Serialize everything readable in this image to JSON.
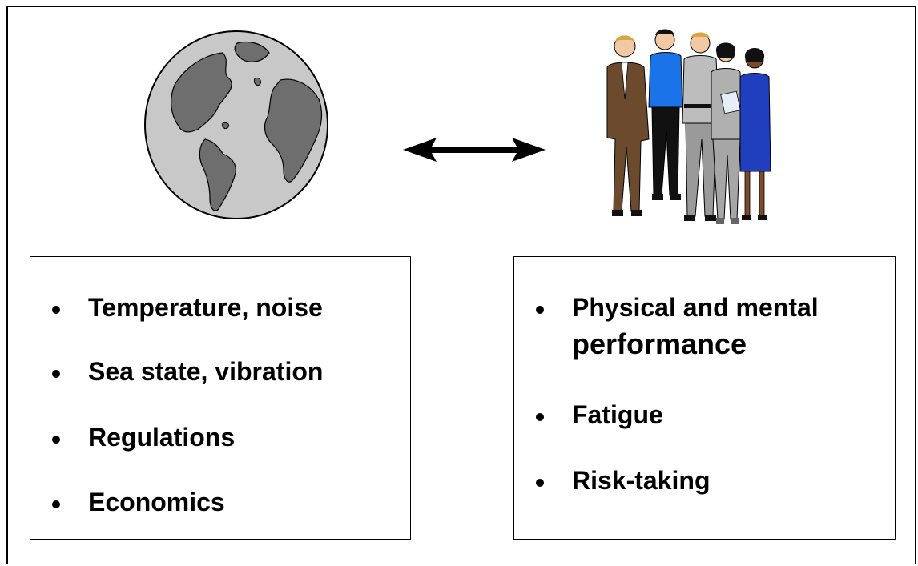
{
  "environment_list": {
    "items": [
      {
        "label": "Temperature, noise"
      },
      {
        "label": "Sea state, vibration"
      },
      {
        "label": "Regulations"
      },
      {
        "label": "Economics"
      }
    ]
  },
  "human_list": {
    "items": [
      {
        "label_line1": "Physical and mental",
        "label_line2": "performance"
      },
      {
        "label": "Fatigue"
      },
      {
        "label": "Risk-taking"
      }
    ]
  },
  "icons": {
    "globe": "globe-icon",
    "arrow": "double-arrow-icon",
    "people": "people-group-icon"
  },
  "colors": {
    "globe_ocean": "#c8c8c8",
    "globe_land": "#6e6e6e",
    "suit_brown": "#6b4a2e",
    "shirt_blue": "#1a73e8",
    "suit_gray": "#9a9a9a",
    "dress_blue": "#1f3fbf"
  }
}
